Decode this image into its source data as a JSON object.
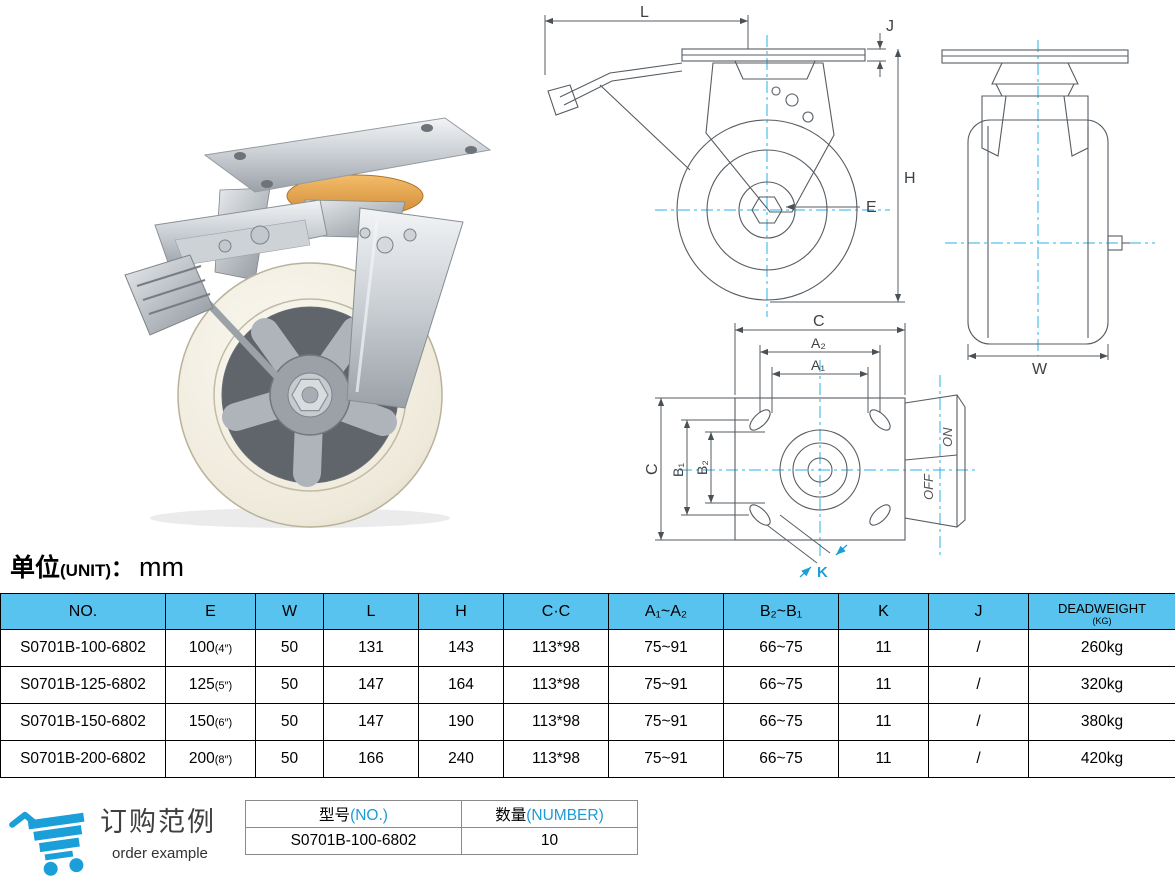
{
  "unit": {
    "cn": "单位",
    "en": "(UNIT)",
    "sep": "：",
    "value": "mm"
  },
  "colors": {
    "header_bg": "#58c3ee",
    "accent_blue": "#1b9cd8"
  },
  "drawing_labels": {
    "l": "L",
    "j": "J",
    "h": "H",
    "e": "E",
    "c_top": "C",
    "a2": "A₂",
    "a1": "A₁",
    "c_left": "C",
    "b1": "B₁",
    "b2": "B₂",
    "k": "K",
    "w": "W",
    "on": "ON",
    "off": "OFF"
  },
  "spec_table": {
    "headers": [
      "NO.",
      "E",
      "W",
      "L",
      "H",
      "C·C",
      "A₁~A₂",
      "B₂~B₁",
      "K",
      "J"
    ],
    "deadweight_label": "DEADWEIGHT",
    "deadweight_unit": "(KG)",
    "rows": [
      {
        "no": "S0701B-100-6802",
        "e": "100",
        "e_inch": "(4″)",
        "w": "50",
        "l": "131",
        "h": "143",
        "cc": "113*98",
        "a": "75~91",
        "b": "66~75",
        "k": "11",
        "j": "/",
        "dw": "260kg"
      },
      {
        "no": "S0701B-125-6802",
        "e": "125",
        "e_inch": "(5″)",
        "w": "50",
        "l": "147",
        "h": "164",
        "cc": "113*98",
        "a": "75~91",
        "b": "66~75",
        "k": "11",
        "j": "/",
        "dw": "320kg"
      },
      {
        "no": "S0701B-150-6802",
        "e": "150",
        "e_inch": "(6″)",
        "w": "50",
        "l": "147",
        "h": "190",
        "cc": "113*98",
        "a": "75~91",
        "b": "66~75",
        "k": "11",
        "j": "/",
        "dw": "380kg"
      },
      {
        "no": "S0701B-200-6802",
        "e": "200",
        "e_inch": "(8″)",
        "w": "50",
        "l": "166",
        "h": "240",
        "cc": "113*98",
        "a": "75~91",
        "b": "66~75",
        "k": "11",
        "j": "/",
        "dw": "420kg"
      }
    ]
  },
  "order_example": {
    "title_cn": "订购范例",
    "title_en": "order example",
    "model_label": "型号",
    "model_label_en": "(NO.)",
    "qty_label": "数量",
    "qty_label_en": "(NUMBER)",
    "model": "S0701B-100-6802",
    "qty": "10"
  }
}
